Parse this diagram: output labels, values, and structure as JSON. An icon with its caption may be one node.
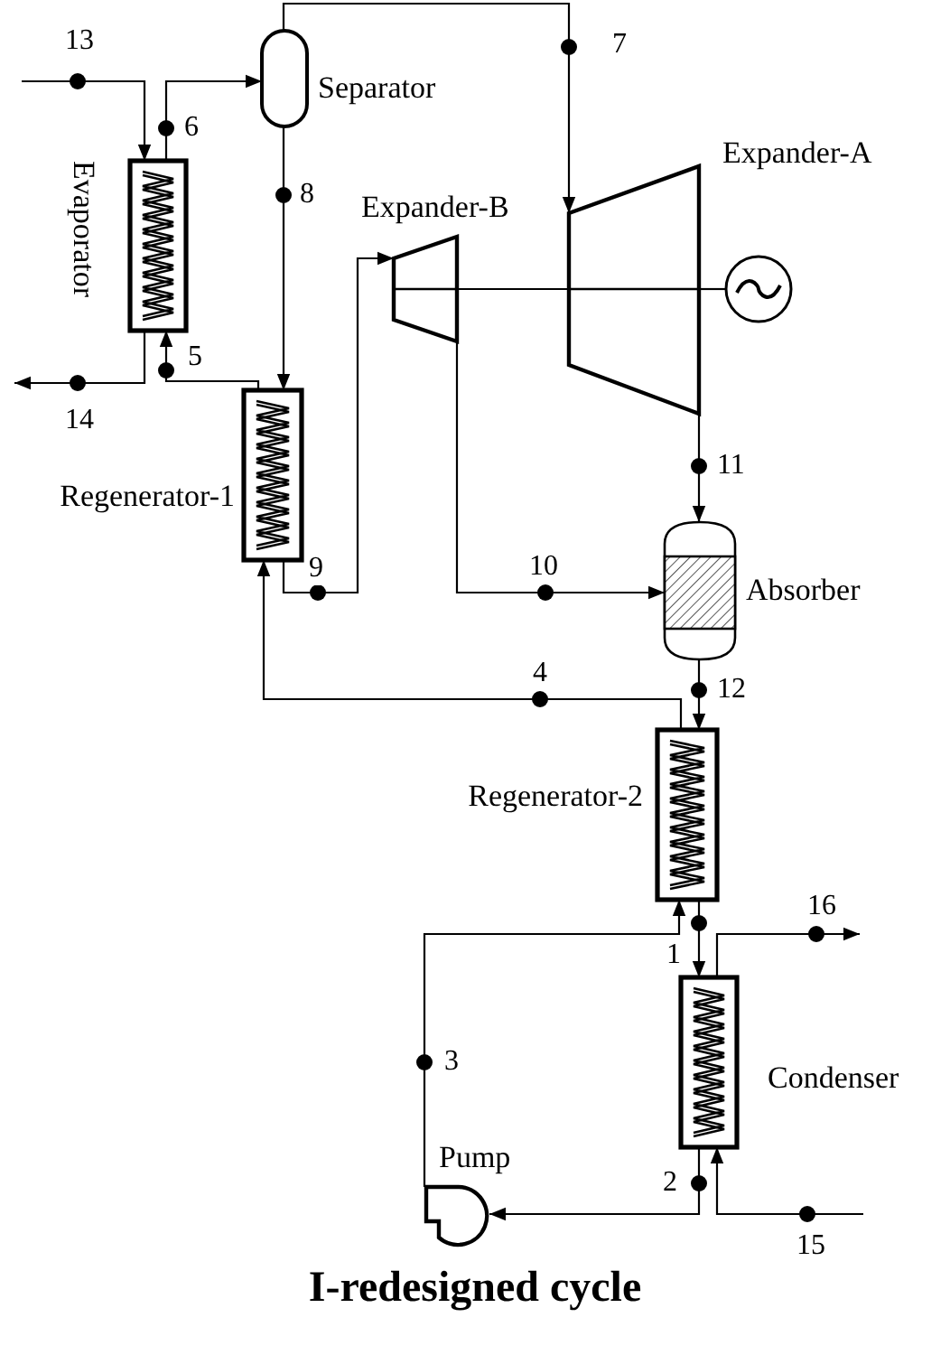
{
  "diagram": {
    "caption": "I-redesigned cycle",
    "nodes": [
      {
        "text": [
          "Separator"
        ]
      },
      {
        "text": [
          "Expander-A"
        ]
      },
      {
        "text": [
          "Evaporator"
        ]
      },
      {
        "text": [
          "Expander-B"
        ]
      },
      {
        "text": [],
        "shape": "circle"
      },
      {
        "text": [
          "Regenerator-1"
        ]
      },
      {
        "text": [
          "Absorber"
        ]
      },
      {
        "text": [
          "Regenerator-2"
        ]
      },
      {
        "text": [
          "Condenser"
        ]
      },
      {
        "text": [
          "Pump"
        ]
      }
    ],
    "edges": [
      {
        "from": null,
        "to": 2,
        "arrow": "to",
        "label": "13"
      },
      {
        "from": 2,
        "to": null,
        "arrow": "to",
        "label": "14"
      },
      {
        "from": 2,
        "to": 0,
        "arrow": "to",
        "label": "6"
      },
      {
        "from": 0,
        "to": 1,
        "arrow": "to",
        "label": "7"
      },
      {
        "from": 0,
        "to": 5,
        "arrow": "to",
        "label": "8"
      },
      {
        "from": 5,
        "to": 3,
        "arrow": "to",
        "label": "9"
      },
      {
        "from": 3,
        "to": 1,
        "arrow": "none"
      },
      {
        "from": 1,
        "to": 4,
        "arrow": "none"
      },
      {
        "from": 3,
        "to": 6,
        "arrow": "to",
        "label": "10"
      },
      {
        "from": 1,
        "to": 6,
        "arrow": "to",
        "label": "11"
      },
      {
        "from": 6,
        "to": 7,
        "arrow": "to",
        "label": "12"
      },
      {
        "from": 7,
        "to": 5,
        "arrow": "to",
        "label": "4"
      },
      {
        "from": 5,
        "to": 2,
        "arrow": "to",
        "label": "5"
      },
      {
        "from": 7,
        "to": 8,
        "arrow": "to",
        "label": "1"
      },
      {
        "from": 8,
        "to": 9,
        "arrow": "to",
        "label": "2"
      },
      {
        "from": 9,
        "to": 7,
        "arrow": "to",
        "label": "3"
      },
      {
        "from": null,
        "to": 8,
        "arrow": "to",
        "label": "15"
      },
      {
        "from": 8,
        "to": null,
        "arrow": "to",
        "label": "16"
      }
    ]
  }
}
